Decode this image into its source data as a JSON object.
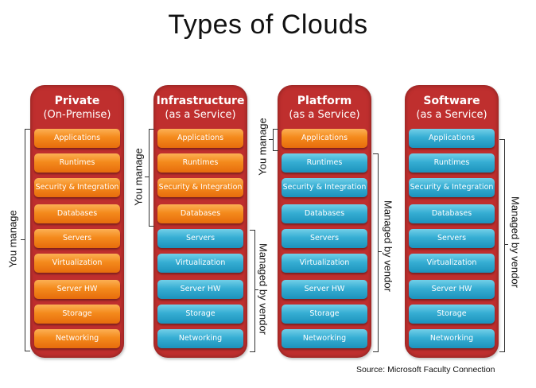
{
  "title": "Types of Clouds",
  "colors": {
    "container": "#bf2f2e",
    "you_manage": "#f48a1c",
    "vendor_managed": "#36aed3"
  },
  "layers": [
    "Applications",
    "Runtimes",
    "Security & Integration",
    "Databases",
    "Servers",
    "Virtualization",
    "Server HW",
    "Storage",
    "Networking"
  ],
  "columns": [
    {
      "title": "Private",
      "subtitle": "(On-Premise)",
      "you_manage_count": 9,
      "items": [
        "Applications",
        "Runtimes",
        "Security & Integration",
        "Databases",
        "Servers",
        "Virtualization",
        "Server HW",
        "Storage",
        "Networking"
      ]
    },
    {
      "title": "Infrastructure",
      "subtitle": "(as a Service)",
      "you_manage_count": 4,
      "items": [
        "Applications",
        "Runtimes",
        "Security & Integration",
        "Databases",
        "Servers",
        "Virtualization",
        "Server HW",
        "Storage",
        "Networking"
      ]
    },
    {
      "title": "Platform",
      "subtitle": "(as a Service)",
      "you_manage_count": 1,
      "items": [
        "Applications",
        "Runtimes",
        "Security & Integration",
        "Databases",
        "Servers",
        "Virtualization",
        "Server HW",
        "Storage",
        "Networking"
      ]
    },
    {
      "title": "Software",
      "subtitle": "(as a Service)",
      "you_manage_count": 0,
      "items": [
        "Applications",
        "Runtimes",
        "Security & Integration",
        "Databases",
        "Servers",
        "Virtualization",
        "Server HW",
        "Storage",
        "Networking"
      ]
    }
  ],
  "labels": {
    "you_manage": "You manage",
    "managed_by_vendor": "Managed by vendor"
  },
  "source": "Source: Microsoft Faculty Connection"
}
